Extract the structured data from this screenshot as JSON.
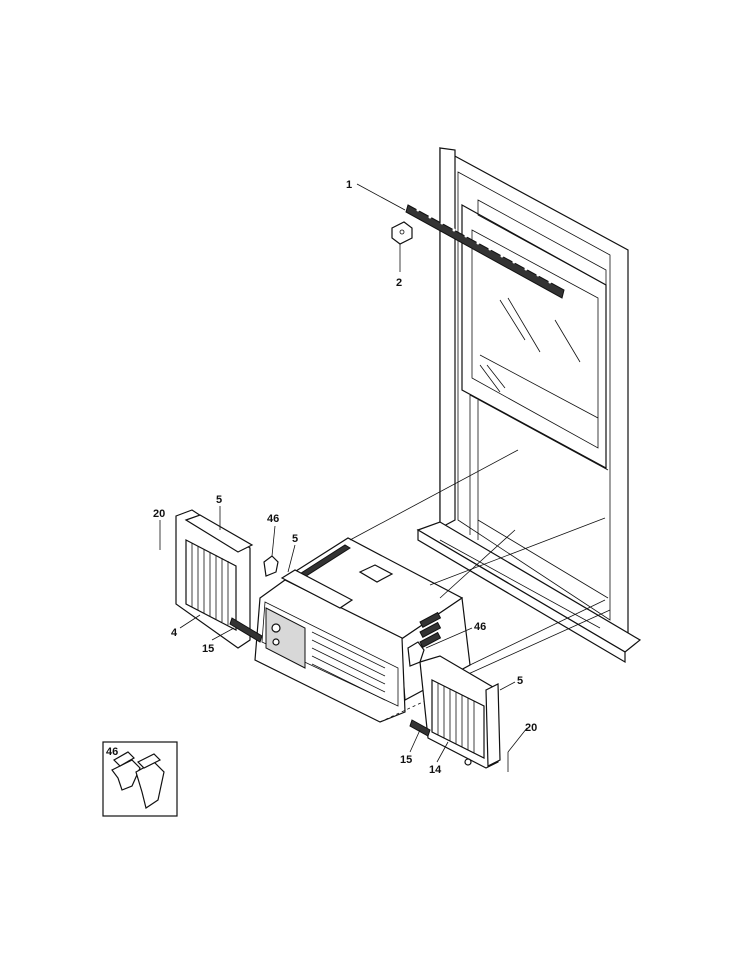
{
  "callouts": {
    "c1": "1",
    "c2": "2",
    "c20_left": "20",
    "c5_left": "5",
    "c46_top": "46",
    "c5_mid": "5",
    "c4": "4",
    "c15_left": "15",
    "c46_right": "46",
    "c5_right": "5",
    "c20_right": "20",
    "c15_right": "15",
    "c14": "14",
    "c46_inset": "46"
  }
}
